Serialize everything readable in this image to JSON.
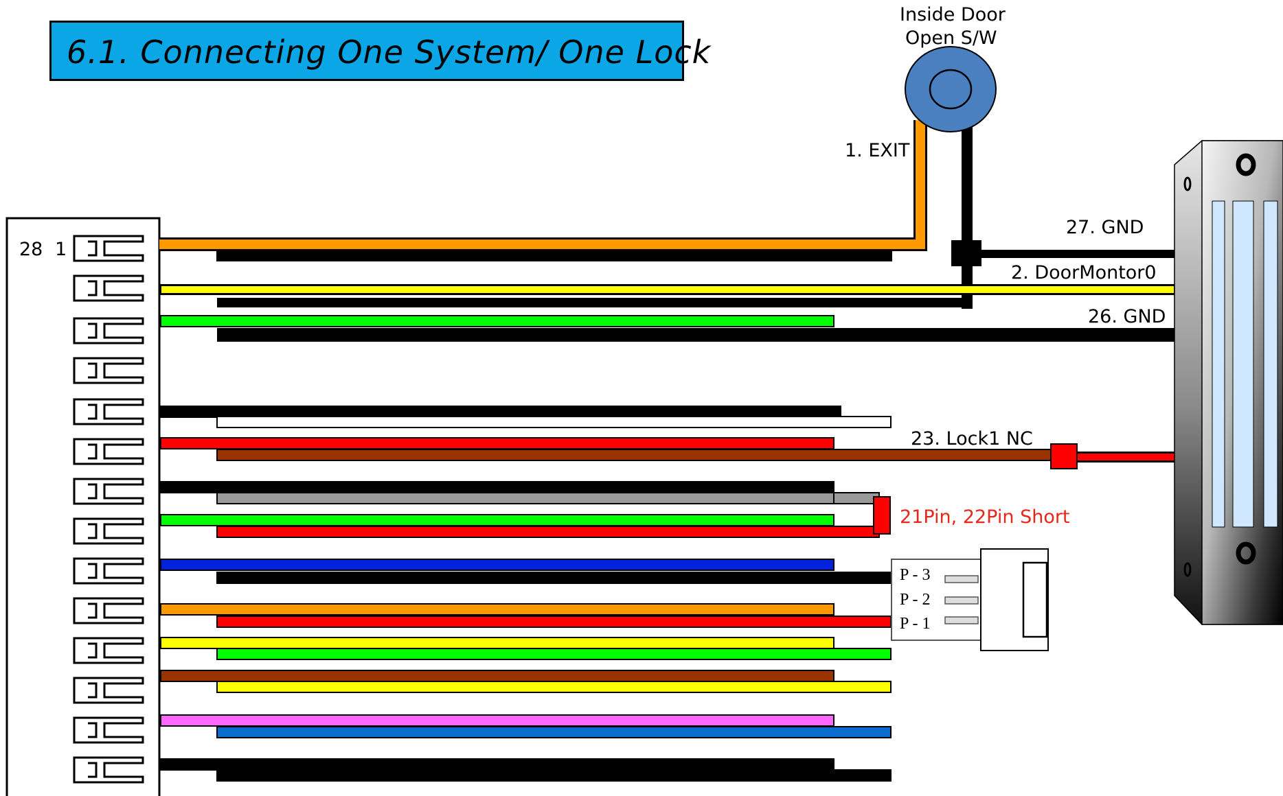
{
  "title": "6.1. Connecting One System/ One Lock",
  "exit_button": {
    "label_line1": "Inside Door",
    "label_line2": "Open S/W"
  },
  "connector": {
    "pin_label_left": "28",
    "pin_label_right": "1"
  },
  "wire_labels": {
    "exit": "1. EXIT",
    "gnd27": "27. GND",
    "door_monitor": "2. DoorMontor0",
    "gnd26": "26. GND",
    "lock_nc": "23. Lock1 NC",
    "short_note": "21Pin, 22Pin Short"
  },
  "p_connector": {
    "pins": [
      "P - 3",
      "P - 2",
      "P - 1"
    ]
  },
  "colors": {
    "title_bg": "#0aa6e6",
    "short_note": "#e8261a",
    "exit_button": "#4a7fc0",
    "orange": "#ff9900",
    "yellow": "#ffff00",
    "green": "#00ff00",
    "red": "#ff0000",
    "brown": "#993300",
    "gray": "#999999",
    "blue": "#0022dd",
    "magenta": "#ff66ff",
    "steel_blue": "#0a6ccc",
    "black": "#000000",
    "white": "#ffffff"
  },
  "wire_rows": [
    {
      "top": "orange",
      "bottom": "black"
    },
    {
      "top": "yellow",
      "bottom": "black"
    },
    {
      "top": "green",
      "bottom": "black"
    },
    {
      "top": "black",
      "bottom": "white"
    },
    {
      "top": "red",
      "bottom": "brown"
    },
    {
      "top": "black",
      "bottom": "gray"
    },
    {
      "top": "green",
      "bottom": "red"
    },
    {
      "top": "blue",
      "bottom": "black"
    },
    {
      "top": "orange",
      "bottom": "red"
    },
    {
      "top": "yellow",
      "bottom": "green"
    },
    {
      "top": "brown",
      "bottom": "yellow"
    },
    {
      "top": "magenta",
      "bottom": "steel_blue"
    },
    {
      "top": "black",
      "bottom": "black"
    }
  ]
}
